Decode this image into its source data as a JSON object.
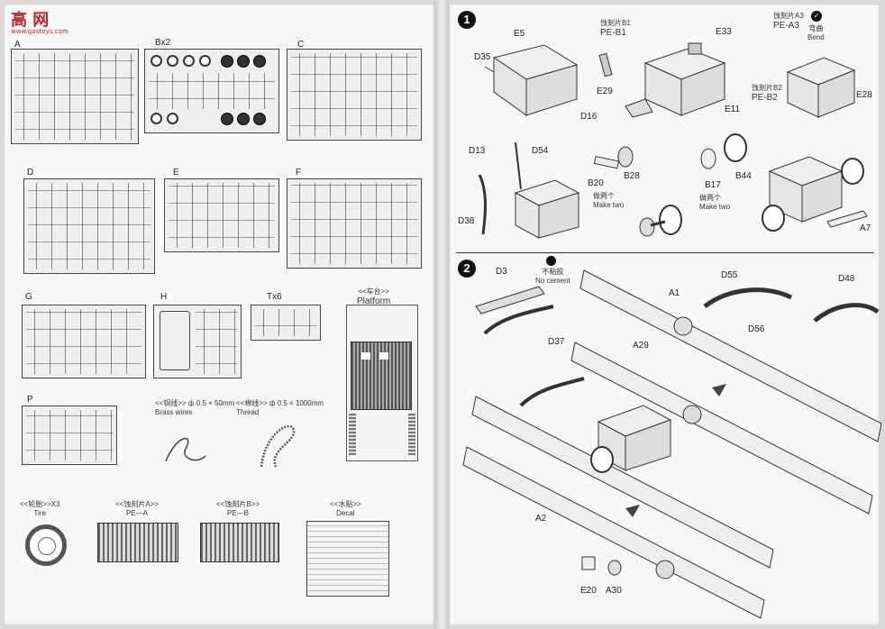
{
  "logo": {
    "main": "高 网",
    "sub": "www.gaotoys.com"
  },
  "left_page": {
    "sprue_labels": {
      "A": "A",
      "B": "Bx2",
      "C": "C",
      "D": "D",
      "E": "E",
      "F": "F",
      "G": "G",
      "H": "H",
      "T": "Tx6",
      "P": "P"
    },
    "platform": {
      "cn": "<<车台>>",
      "en": "Platform"
    },
    "brass_wire": {
      "cn": "<<铜线>> ф 0.5 × 50mm",
      "en": "Brass wires"
    },
    "thread": {
      "cn": "<<棉线>> ф 0.5 × 1000mm",
      "en": "Thread"
    },
    "tire": {
      "cn": "<<轮胎>>X3",
      "en": "Tire"
    },
    "pe_a": {
      "cn": "<<蚀刻片A>>",
      "en": "PE—A"
    },
    "pe_b": {
      "cn": "<<蚀刻片B>>",
      "en": "PE—B"
    },
    "decal": {
      "cn": "<<水贴>>",
      "en": "Decal"
    }
  },
  "step1": {
    "number": "1",
    "labels": {
      "E5": "E5",
      "D35": "D35",
      "D16": "D16",
      "B1_cn": "蚀刻片B1",
      "B1": "PE-B1",
      "E29": "E29",
      "E33": "E33",
      "E11": "E11",
      "A3_cn": "蚀刻片A3",
      "A3": "PE-A3",
      "bend_cn": "弯曲",
      "bend": "Bend",
      "B2_cn": "蚀刻片B2",
      "B2": "PE-B2",
      "E28": "E28",
      "D13": "D13",
      "D54": "D54",
      "D38": "D38",
      "B20": "B20",
      "B28": "B28",
      "maketwo1_cn": "做两个",
      "maketwo1": "Make two",
      "B17": "B17",
      "B44": "B44",
      "maketwo2_cn": "做两个",
      "maketwo2": "Make two",
      "A7": "A7"
    }
  },
  "step2": {
    "number": "2",
    "labels": {
      "D3": "D3",
      "nocement_cn": "不粘胶",
      "nocement": "No cement",
      "D37": "D37",
      "A1": "A1",
      "A29": "A29",
      "D55": "D55",
      "D56": "D56",
      "D48": "D48",
      "A2": "A2",
      "E20": "E20",
      "A30": "A30"
    }
  }
}
